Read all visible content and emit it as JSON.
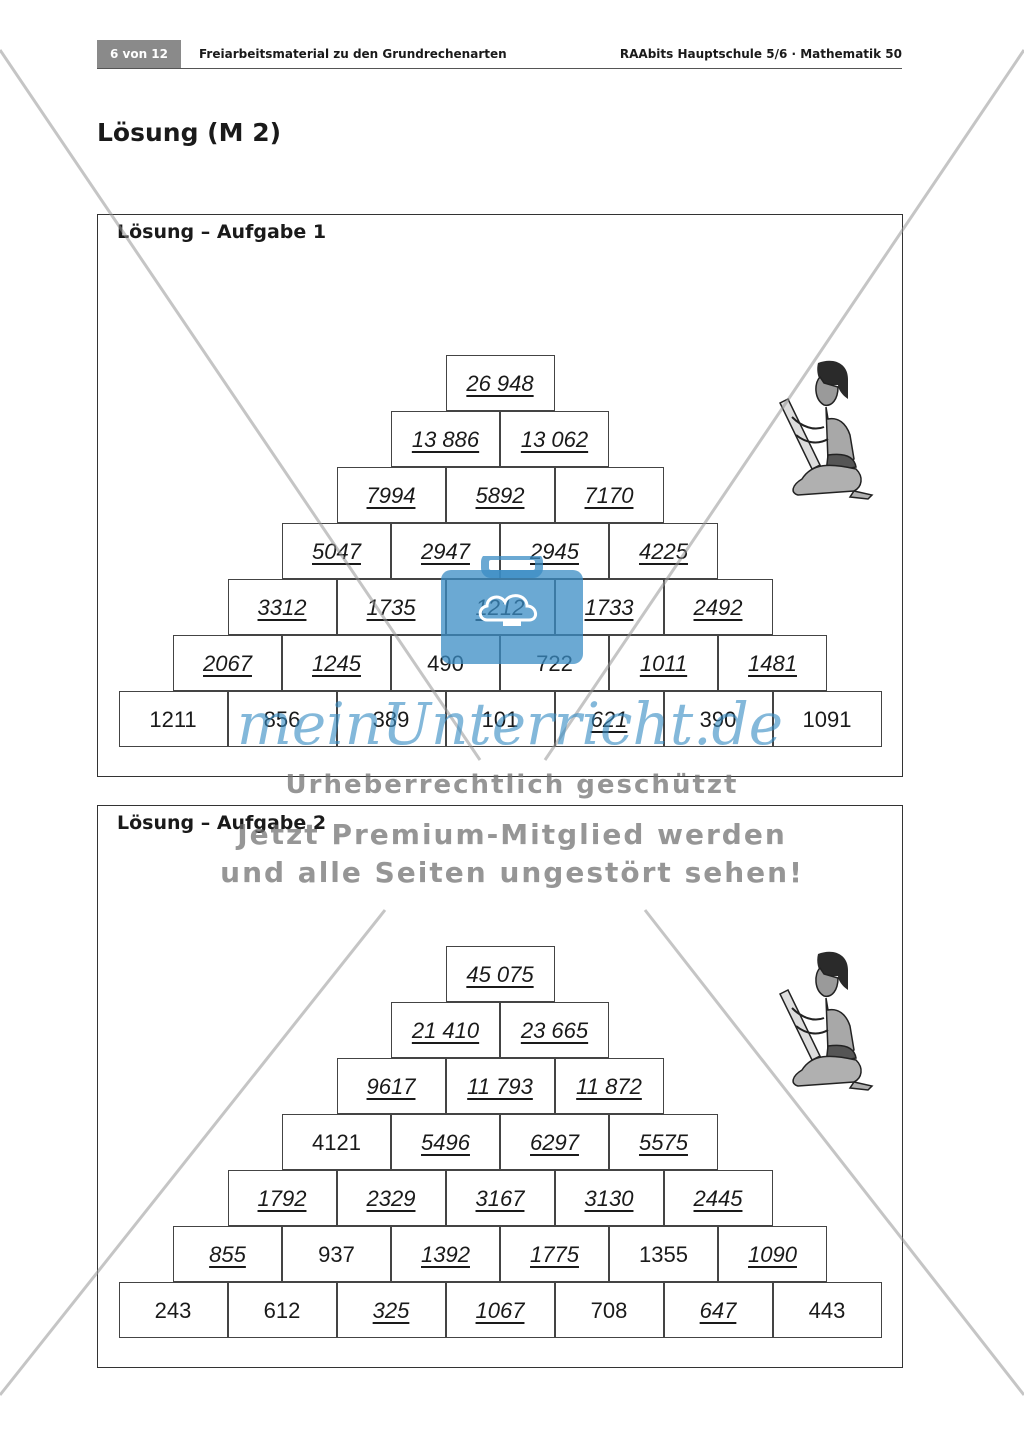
{
  "header": {
    "page": "6 von 12",
    "subject": "Freiarbeitsmaterial zu den Grundrechenarten",
    "series": "RAAbits Hauptschule 5/6 · Mathematik 50"
  },
  "title": "Lösung (M 2)",
  "panels": [
    {
      "title": "Lösung – Aufgabe 1",
      "rows": [
        [
          {
            "v": "26 948",
            "s": true
          }
        ],
        [
          {
            "v": "13 886",
            "s": true
          },
          {
            "v": "13 062",
            "s": true
          }
        ],
        [
          {
            "v": "7994",
            "s": true
          },
          {
            "v": "5892",
            "s": true
          },
          {
            "v": "7170",
            "s": true
          }
        ],
        [
          {
            "v": "5047",
            "s": true
          },
          {
            "v": "2947",
            "s": true
          },
          {
            "v": "2945",
            "s": true
          },
          {
            "v": "4225",
            "s": true
          }
        ],
        [
          {
            "v": "3312",
            "s": true
          },
          {
            "v": "1735",
            "s": true
          },
          {
            "v": "1212",
            "s": true
          },
          {
            "v": "1733",
            "s": true
          },
          {
            "v": "2492",
            "s": true
          }
        ],
        [
          {
            "v": "2067",
            "s": true
          },
          {
            "v": "1245",
            "s": true
          },
          {
            "v": "490",
            "s": false
          },
          {
            "v": "722",
            "s": false
          },
          {
            "v": "1011",
            "s": true
          },
          {
            "v": "1481",
            "s": true
          }
        ],
        [
          {
            "v": "1211",
            "s": false
          },
          {
            "v": "856",
            "s": false
          },
          {
            "v": "389",
            "s": false
          },
          {
            "v": "101",
            "s": false
          },
          {
            "v": "621",
            "s": true
          },
          {
            "v": "390",
            "s": false
          },
          {
            "v": "1091",
            "s": false
          }
        ]
      ]
    },
    {
      "title": "Lösung – Aufgabe 2",
      "rows": [
        [
          {
            "v": "45 075",
            "s": true
          }
        ],
        [
          {
            "v": "21 410",
            "s": true
          },
          {
            "v": "23 665",
            "s": true
          }
        ],
        [
          {
            "v": "9617",
            "s": true
          },
          {
            "v": "11 793",
            "s": true
          },
          {
            "v": "11 872",
            "s": true
          }
        ],
        [
          {
            "v": "4121",
            "s": false
          },
          {
            "v": "5496",
            "s": true
          },
          {
            "v": "6297",
            "s": true
          },
          {
            "v": "5575",
            "s": true
          }
        ],
        [
          {
            "v": "1792",
            "s": true
          },
          {
            "v": "2329",
            "s": true
          },
          {
            "v": "3167",
            "s": true
          },
          {
            "v": "3130",
            "s": true
          },
          {
            "v": "2445",
            "s": true
          }
        ],
        [
          {
            "v": "855",
            "s": true
          },
          {
            "v": "937",
            "s": false
          },
          {
            "v": "1392",
            "s": true
          },
          {
            "v": "1775",
            "s": true
          },
          {
            "v": "1355",
            "s": false
          },
          {
            "v": "1090",
            "s": true
          }
        ],
        [
          {
            "v": "243",
            "s": false
          },
          {
            "v": "612",
            "s": false
          },
          {
            "v": "325",
            "s": true
          },
          {
            "v": "1067",
            "s": true
          },
          {
            "v": "708",
            "s": false
          },
          {
            "v": "647",
            "s": true
          },
          {
            "v": "443",
            "s": false
          }
        ]
      ]
    }
  ],
  "watermark": {
    "logo": "meinUnterricht.de",
    "line1": "Urheberrechtlich geschützt",
    "line2": "Jetzt Premium-Mitglied werden",
    "line3": "und alle Seiten ungestört sehen!"
  },
  "colors": {
    "watermark_blue": "#3a8cc4",
    "watermark_gray": "#6e6e6e",
    "header_badge": "#8a8a8a"
  },
  "icons": [
    "scribe-figure-icon",
    "briefcase-cloud-icon"
  ]
}
